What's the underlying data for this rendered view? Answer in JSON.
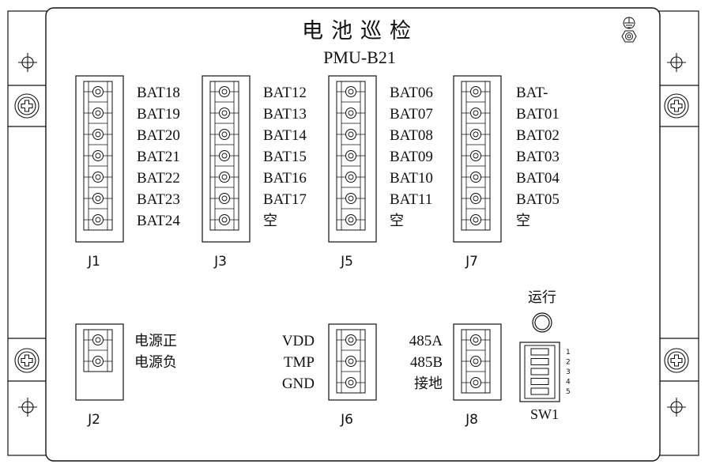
{
  "title": "电池巡检",
  "model": "PMU-B21",
  "connectors": [
    {
      "id": "J1",
      "labels": [
        "BAT18",
        "BAT19",
        "BAT20",
        "BAT21",
        "BAT22",
        "BAT23",
        "BAT24"
      ]
    },
    {
      "id": "J3",
      "labels": [
        "BAT12",
        "BAT13",
        "BAT14",
        "BAT15",
        "BAT16",
        "BAT17",
        "空"
      ]
    },
    {
      "id": "J5",
      "labels": [
        "BAT06",
        "BAT07",
        "BAT08",
        "BAT09",
        "BAT10",
        "BAT11",
        "空"
      ]
    },
    {
      "id": "J7",
      "labels": [
        "BAT-",
        "BAT01",
        "BAT02",
        "BAT03",
        "BAT04",
        "BAT05",
        "空"
      ]
    },
    {
      "id": "J2",
      "labels": [
        "电源正",
        "电源负"
      ]
    },
    {
      "id": "J6",
      "labels": [
        "VDD",
        "TMP",
        "GND"
      ]
    },
    {
      "id": "J8",
      "labels": [
        "485A",
        "485B",
        "接地"
      ]
    }
  ],
  "run_label": "运行",
  "switch": {
    "id": "SW1",
    "positions": [
      "1",
      "2",
      "3",
      "4",
      "5"
    ]
  },
  "icons": {
    "ground": "ground-symbol-icon",
    "mount_screw": "phillips-screw-icon",
    "hole_mark": "crosshair-hole-icon",
    "run_led": "led-indicator-icon",
    "ground_stud": "ground-stud-icon"
  },
  "colors": {
    "line": "#111111",
    "background": "#ffffff"
  }
}
